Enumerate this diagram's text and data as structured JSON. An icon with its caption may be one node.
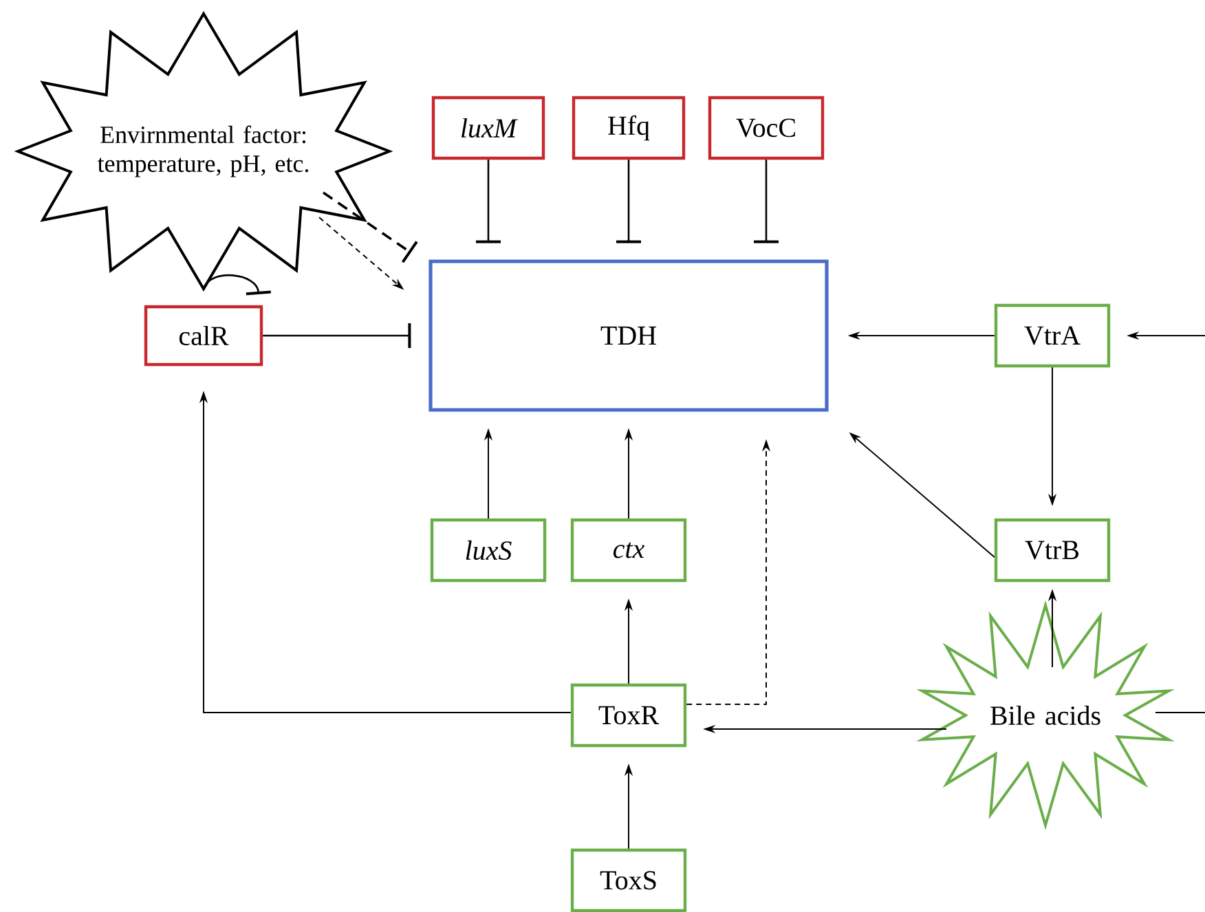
{
  "diagram": {
    "nodes": [
      {
        "text": [
          "Envirnmental factor: temperature, pH, etc."
        ]
      },
      {
        "text": [
          "luxM"
        ]
      },
      {
        "text": [
          "Hfq"
        ]
      },
      {
        "text": [
          "VocC"
        ]
      },
      {
        "text": [
          "calR"
        ]
      },
      {
        "text": [
          "TDH"
        ]
      },
      {
        "text": [
          "VtrA"
        ]
      },
      {
        "text": [
          "luxS"
        ]
      },
      {
        "text": [
          "ctx"
        ]
      },
      {
        "text": [
          "VtrB"
        ]
      },
      {
        "text": [
          "ToxR"
        ]
      },
      {
        "text": [
          "Bile acids"
        ]
      },
      {
        "text": [
          "ToxS"
        ]
      }
    ],
    "edges": [
      {
        "from": 0,
        "to": 5,
        "arrow": "other",
        "style": "dashed"
      },
      {
        "from": 0,
        "to": 5,
        "arrow": "to",
        "style": "dashed"
      },
      {
        "from": 0,
        "to": 4,
        "arrow": "other"
      },
      {
        "from": 4,
        "to": 5,
        "arrow": "other"
      },
      {
        "from": 1,
        "to": 5,
        "arrow": "other"
      },
      {
        "from": 2,
        "to": 5,
        "arrow": "other"
      },
      {
        "from": 3,
        "to": 5,
        "arrow": "other"
      },
      {
        "from": 6,
        "to": 5,
        "arrow": "to"
      },
      {
        "from": null,
        "to": 6,
        "arrow": "to"
      },
      {
        "from": 6,
        "to": 9,
        "arrow": "to"
      },
      {
        "from": 9,
        "to": 5,
        "arrow": "to"
      },
      {
        "from": 7,
        "to": 5,
        "arrow": "to"
      },
      {
        "from": 8,
        "to": 5,
        "arrow": "to"
      },
      {
        "from": 10,
        "to": 8,
        "arrow": "to"
      },
      {
        "from": 10,
        "to": 5,
        "arrow": "to",
        "style": "dashed"
      },
      {
        "from": 10,
        "to": 4,
        "arrow": "to"
      },
      {
        "from": 11,
        "to": 10,
        "arrow": "to"
      },
      {
        "from": 11,
        "to": 9,
        "arrow": "to"
      },
      {
        "from": null,
        "to": 11,
        "arrow": "none"
      },
      {
        "from": 12,
        "to": 10,
        "arrow": "to"
      }
    ]
  }
}
